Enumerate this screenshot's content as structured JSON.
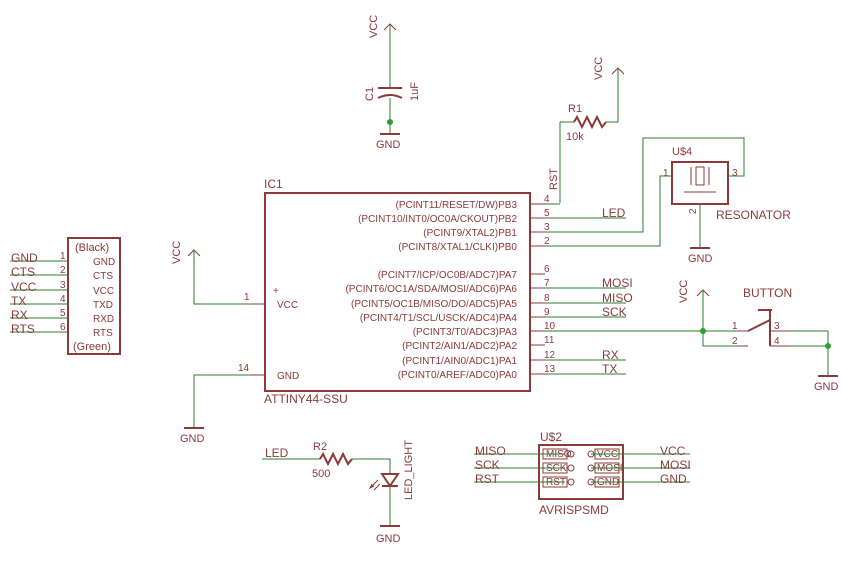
{
  "colors": {
    "symbol": "#8b3a3a",
    "wire": "#2e7d2e",
    "junction": "#2e9e2e",
    "background": "#ffffff"
  },
  "power": {
    "vcc": "VCC",
    "gnd": "GND"
  },
  "c1": {
    "name": "C1",
    "value": "1uF"
  },
  "r1": {
    "name": "R1",
    "value": "10k",
    "net": "RST"
  },
  "r2": {
    "name": "R2",
    "value": "500"
  },
  "led": {
    "name": "LED_LIGHT",
    "net": "LED"
  },
  "u4": {
    "name": "U$4",
    "label": "RESONATOR",
    "pins": [
      "1",
      "2",
      "3"
    ]
  },
  "button": {
    "label": "BUTTON",
    "pins": [
      "1",
      "2",
      "3",
      "4"
    ]
  },
  "header": {
    "top_label": "(Black)",
    "bottom_label": "(Green)",
    "pins": [
      {
        "net": "GND",
        "num": "1",
        "name": "GND"
      },
      {
        "net": "CTS",
        "num": "2",
        "name": "CTS"
      },
      {
        "net": "VCC",
        "num": "3",
        "name": "VCC"
      },
      {
        "net": "TX",
        "num": "4",
        "name": "TXD"
      },
      {
        "net": "RX",
        "num": "5",
        "name": "RXD"
      },
      {
        "net": "RTS",
        "num": "6",
        "name": "RTS"
      }
    ]
  },
  "ic1": {
    "name": "IC1",
    "part": "ATTINY44-SSU",
    "left_pins": [
      {
        "num": "1",
        "name": "VCC"
      },
      {
        "num": "14",
        "name": "GND"
      }
    ],
    "right_pins": [
      {
        "label": "(PCINT11/RESET/DW)PB3",
        "num": "4",
        "net": ""
      },
      {
        "label": "(PCINT10/INT0/OC0A/CKOUT)PB2",
        "num": "5",
        "net": "LED"
      },
      {
        "label": "(PCINT9/XTAL2)PB1",
        "num": "3",
        "net": ""
      },
      {
        "label": "(PCINT8/XTAL1/CLKI)PB0",
        "num": "2",
        "net": ""
      },
      {
        "label": "(PCINT7/ICP/OC0B/ADC7)PA7",
        "num": "6",
        "net": ""
      },
      {
        "label": "(PCINT6/OC1A/SDA/MOSI/ADC6)PA6",
        "num": "7",
        "net": "MOSI"
      },
      {
        "label": "(PCINT5/OC1B/MISO/DO/ADC5)PA5",
        "num": "8",
        "net": "MISO"
      },
      {
        "label": "(PCINT4/T1/SCL/USCK/ADC4)PA4",
        "num": "9",
        "net": "SCK"
      },
      {
        "label": "(PCINT3/T0/ADC3)PA3",
        "num": "10",
        "net": ""
      },
      {
        "label": "(PCINT2/AIN1/ADC2)PA2",
        "num": "11",
        "net": ""
      },
      {
        "label": "(PCINT1/AIN0/ADC1)PA1",
        "num": "12",
        "net": "RX"
      },
      {
        "label": "(PCINT0/AREF/ADC0)PA0",
        "num": "13",
        "net": "TX"
      }
    ]
  },
  "u2": {
    "name": "U$2",
    "part": "AVRISPSMD",
    "left_pins": [
      "MISO",
      "SCK",
      "RST"
    ],
    "right_pins": [
      "VCC",
      "MOSI",
      "GND"
    ],
    "left_nets": [
      "MISO",
      "SCK",
      "RST"
    ],
    "right_nets": [
      "VCC",
      "MOSI",
      "GND"
    ]
  }
}
